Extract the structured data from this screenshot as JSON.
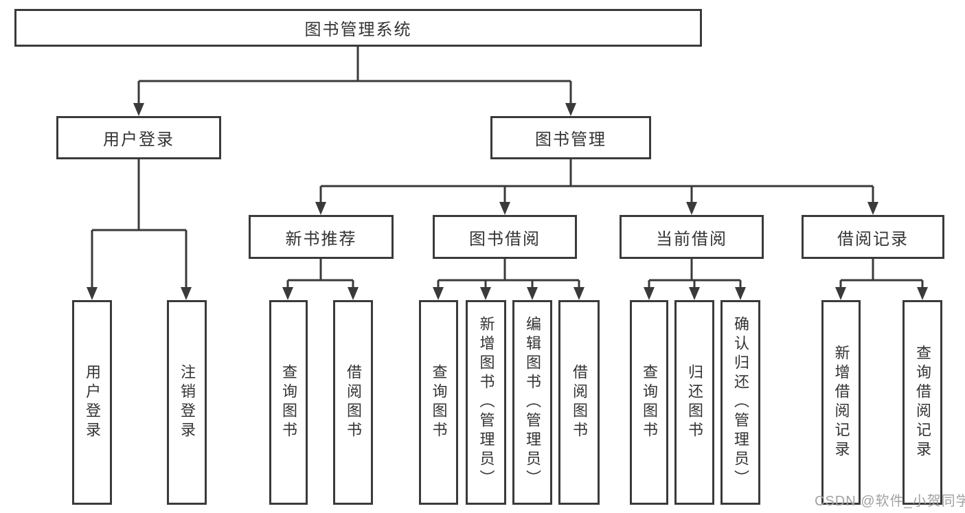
{
  "tree": {
    "root": "图书管理系统",
    "user_login": {
      "label": "用户登录",
      "leaves": [
        "用户登录",
        "注销登录"
      ]
    },
    "book_management": {
      "label": "图书管理",
      "groups": [
        {
          "label": "新书推荐",
          "leaves": [
            "查询图书",
            "借阅图书"
          ]
        },
        {
          "label": "图书借阅",
          "leaves": [
            "查询图书",
            "新增图书（管理员）",
            "编辑图书（管理员）",
            "借阅图书"
          ]
        },
        {
          "label": "当前借阅",
          "leaves": [
            "查询图书",
            "归还图书",
            "确认归还（管理员）"
          ]
        },
        {
          "label": "借阅记录",
          "leaves": [
            "新增借阅记录",
            "查询借阅记录"
          ]
        }
      ]
    }
  },
  "watermark": "CSDN @软件_小贺同学",
  "colors": {
    "line": "#3a3a3a",
    "text": "#333333",
    "watermark": "#a2a2a2",
    "background": "#ffffff"
  }
}
